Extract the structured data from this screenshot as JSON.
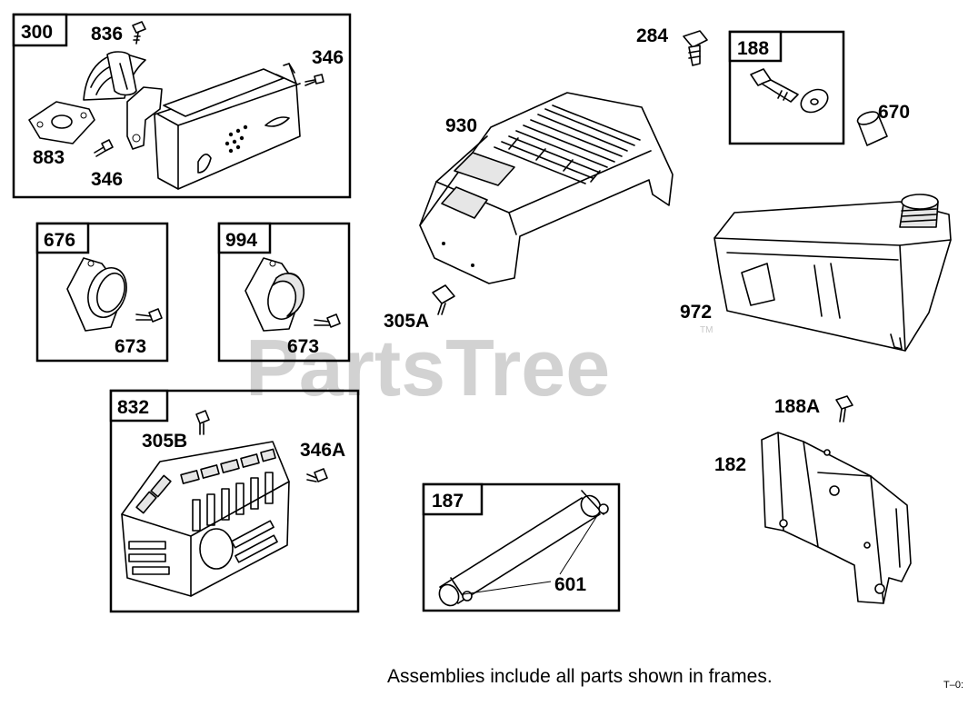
{
  "watermark": "PartsTree",
  "watermark_mark": "TM",
  "frames": [
    {
      "id": "300"
    },
    {
      "id": "188"
    },
    {
      "id": "676"
    },
    {
      "id": "994"
    },
    {
      "id": "832"
    },
    {
      "id": "187"
    }
  ],
  "labels": {
    "p836": "836",
    "p346a": "346",
    "p883": "883",
    "p346b": "346",
    "p284": "284",
    "p670": "670",
    "p930": "930",
    "p305A": "305A",
    "p972": "972",
    "p673a": "673",
    "p673b": "673",
    "p305B": "305B",
    "p346A": "346A",
    "p188A": "188A",
    "p182": "182",
    "p601": "601"
  },
  "note": "Assemblies include all parts shown in frames.",
  "ref_code": "T–0:"
}
